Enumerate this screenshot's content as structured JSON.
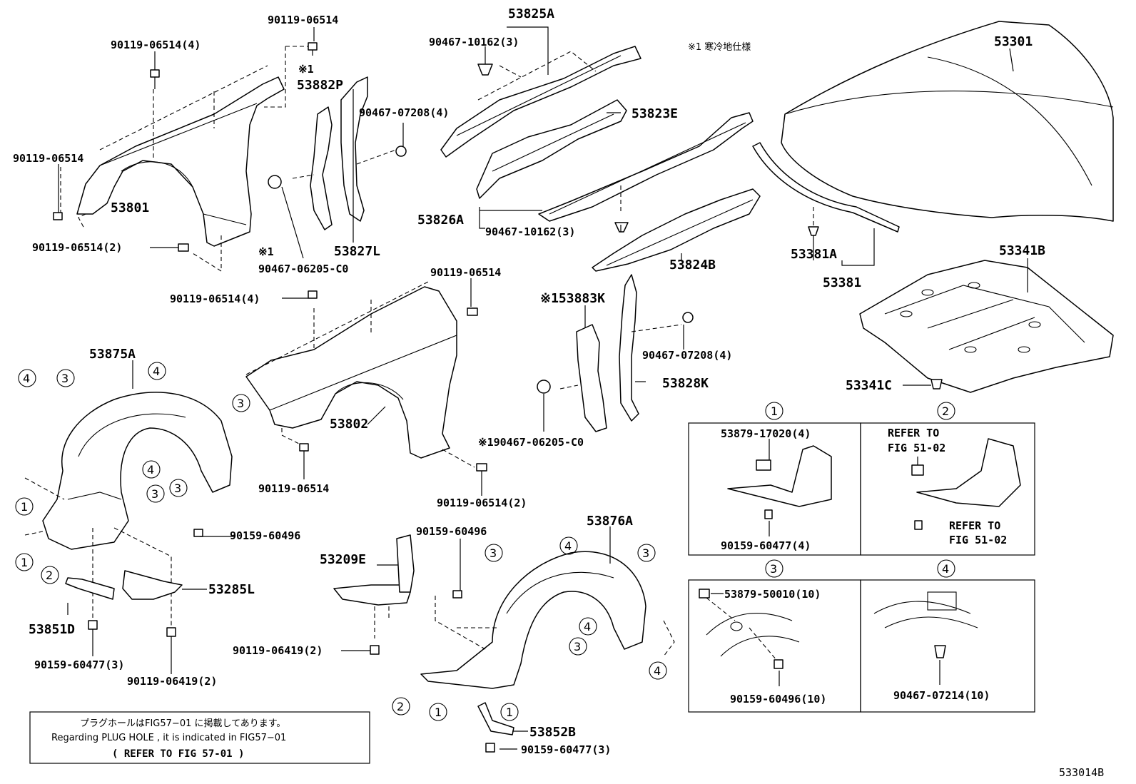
{
  "diagram_id": "533014B",
  "footnote": "※1 寒冷地仕様",
  "note": {
    "line1": "プラグホールはFIG57−01 に掲載してあります。",
    "line2": "Regarding  PLUG HOLE , it is indicated in FIG57−01",
    "line3": "(    REFER  TO  FIG  57-01 )"
  },
  "parts": [
    {
      "id": "p1",
      "text": "90119-06514(4)"
    },
    {
      "id": "p2",
      "text": "90119-06514"
    },
    {
      "id": "p3",
      "text": "90119-06514"
    },
    {
      "id": "p4",
      "text": "53801"
    },
    {
      "id": "p5",
      "text": "90119-06514(2)"
    },
    {
      "id": "p6",
      "text": "※1"
    },
    {
      "id": "p7",
      "text": "53882P"
    },
    {
      "id": "p8",
      "text": "90467-07208(4)"
    },
    {
      "id": "p9",
      "text": "53827L"
    },
    {
      "id": "p10",
      "text": "※1"
    },
    {
      "id": "p11",
      "text": "90467-06205-C0"
    },
    {
      "id": "p12",
      "text": "53825A"
    },
    {
      "id": "p13",
      "text": "90467-10162(3)"
    },
    {
      "id": "p14",
      "text": "53823E"
    },
    {
      "id": "p15",
      "text": "53826A"
    },
    {
      "id": "p16",
      "text": "90467-10162(3)"
    },
    {
      "id": "p17",
      "text": "53824B"
    },
    {
      "id": "p18",
      "text": "53301"
    },
    {
      "id": "p19",
      "text": "53381A"
    },
    {
      "id": "p20",
      "text": "53381"
    },
    {
      "id": "p21",
      "text": "53341B"
    },
    {
      "id": "p22",
      "text": "53341C"
    },
    {
      "id": "p23",
      "text": "90119-06514"
    },
    {
      "id": "p24",
      "text": "90119-06514(4)"
    },
    {
      "id": "p25",
      "text": "53802"
    },
    {
      "id": "p26",
      "text": "90119-06514"
    },
    {
      "id": "p27",
      "text": "90119-06514(2)"
    },
    {
      "id": "p28",
      "text": "※190467-06205-C0"
    },
    {
      "id": "p29",
      "text": "※153883K"
    },
    {
      "id": "p30",
      "text": "90467-07208(4)"
    },
    {
      "id": "p31",
      "text": "53828K"
    },
    {
      "id": "p32",
      "text": "53875A"
    },
    {
      "id": "p33",
      "text": "90159-60496"
    },
    {
      "id": "p34",
      "text": "53285L"
    },
    {
      "id": "p35",
      "text": "53851D"
    },
    {
      "id": "p36",
      "text": "90159-60477(3)"
    },
    {
      "id": "p37",
      "text": "90119-06419(2)"
    },
    {
      "id": "p38",
      "text": "90159-60496"
    },
    {
      "id": "p39",
      "text": "53209E"
    },
    {
      "id": "p40",
      "text": "90119-06419(2)"
    },
    {
      "id": "p41",
      "text": "53876A"
    },
    {
      "id": "p42",
      "text": "53852B"
    },
    {
      "id": "p43",
      "text": "90159-60477(3)"
    }
  ],
  "callouts": [
    "①",
    "②",
    "③",
    "④"
  ],
  "detail_boxes": [
    {
      "id": "d1",
      "marker": "①",
      "labels": [
        "53879-17020(4)",
        "90159-60477(4)"
      ]
    },
    {
      "id": "d2",
      "marker": "②",
      "labels": [
        "REFER TO",
        "FIG 51-02",
        "REFER TO",
        "FIG 51-02"
      ]
    },
    {
      "id": "d3",
      "marker": "③",
      "labels": [
        "53879-50010(10)",
        "90159-60496(10)"
      ]
    },
    {
      "id": "d4",
      "marker": "④",
      "labels": [
        "90467-07214(10)"
      ]
    }
  ]
}
